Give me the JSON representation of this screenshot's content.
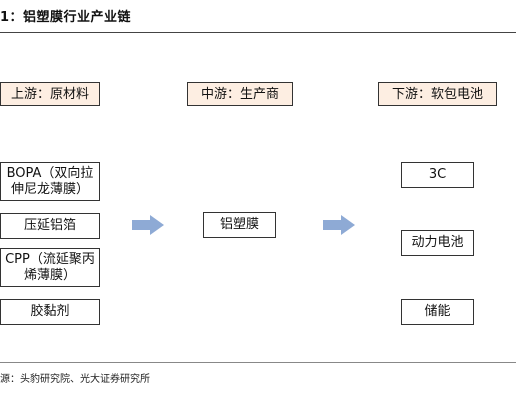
{
  "title": "1：铝塑膜行业产业链",
  "stages": {
    "upstream": "上游：原材料",
    "midstream": "中游：生产商",
    "downstream": "下游：软包电池"
  },
  "upstream_items": [
    "BOPA（双向拉伸尼龙薄膜）",
    "压延铝箔",
    "CPP（流延聚丙烯薄膜）",
    "胶黏剂"
  ],
  "midstream_items": [
    "铝塑膜"
  ],
  "downstream_items": [
    "3C",
    "动力电池",
    "储能"
  ],
  "source": "源：头豹研究院、光大证券研究所",
  "colors": {
    "stage_fill": "#fdeee2",
    "arrow": "#8eaad5",
    "border": "#333333"
  }
}
